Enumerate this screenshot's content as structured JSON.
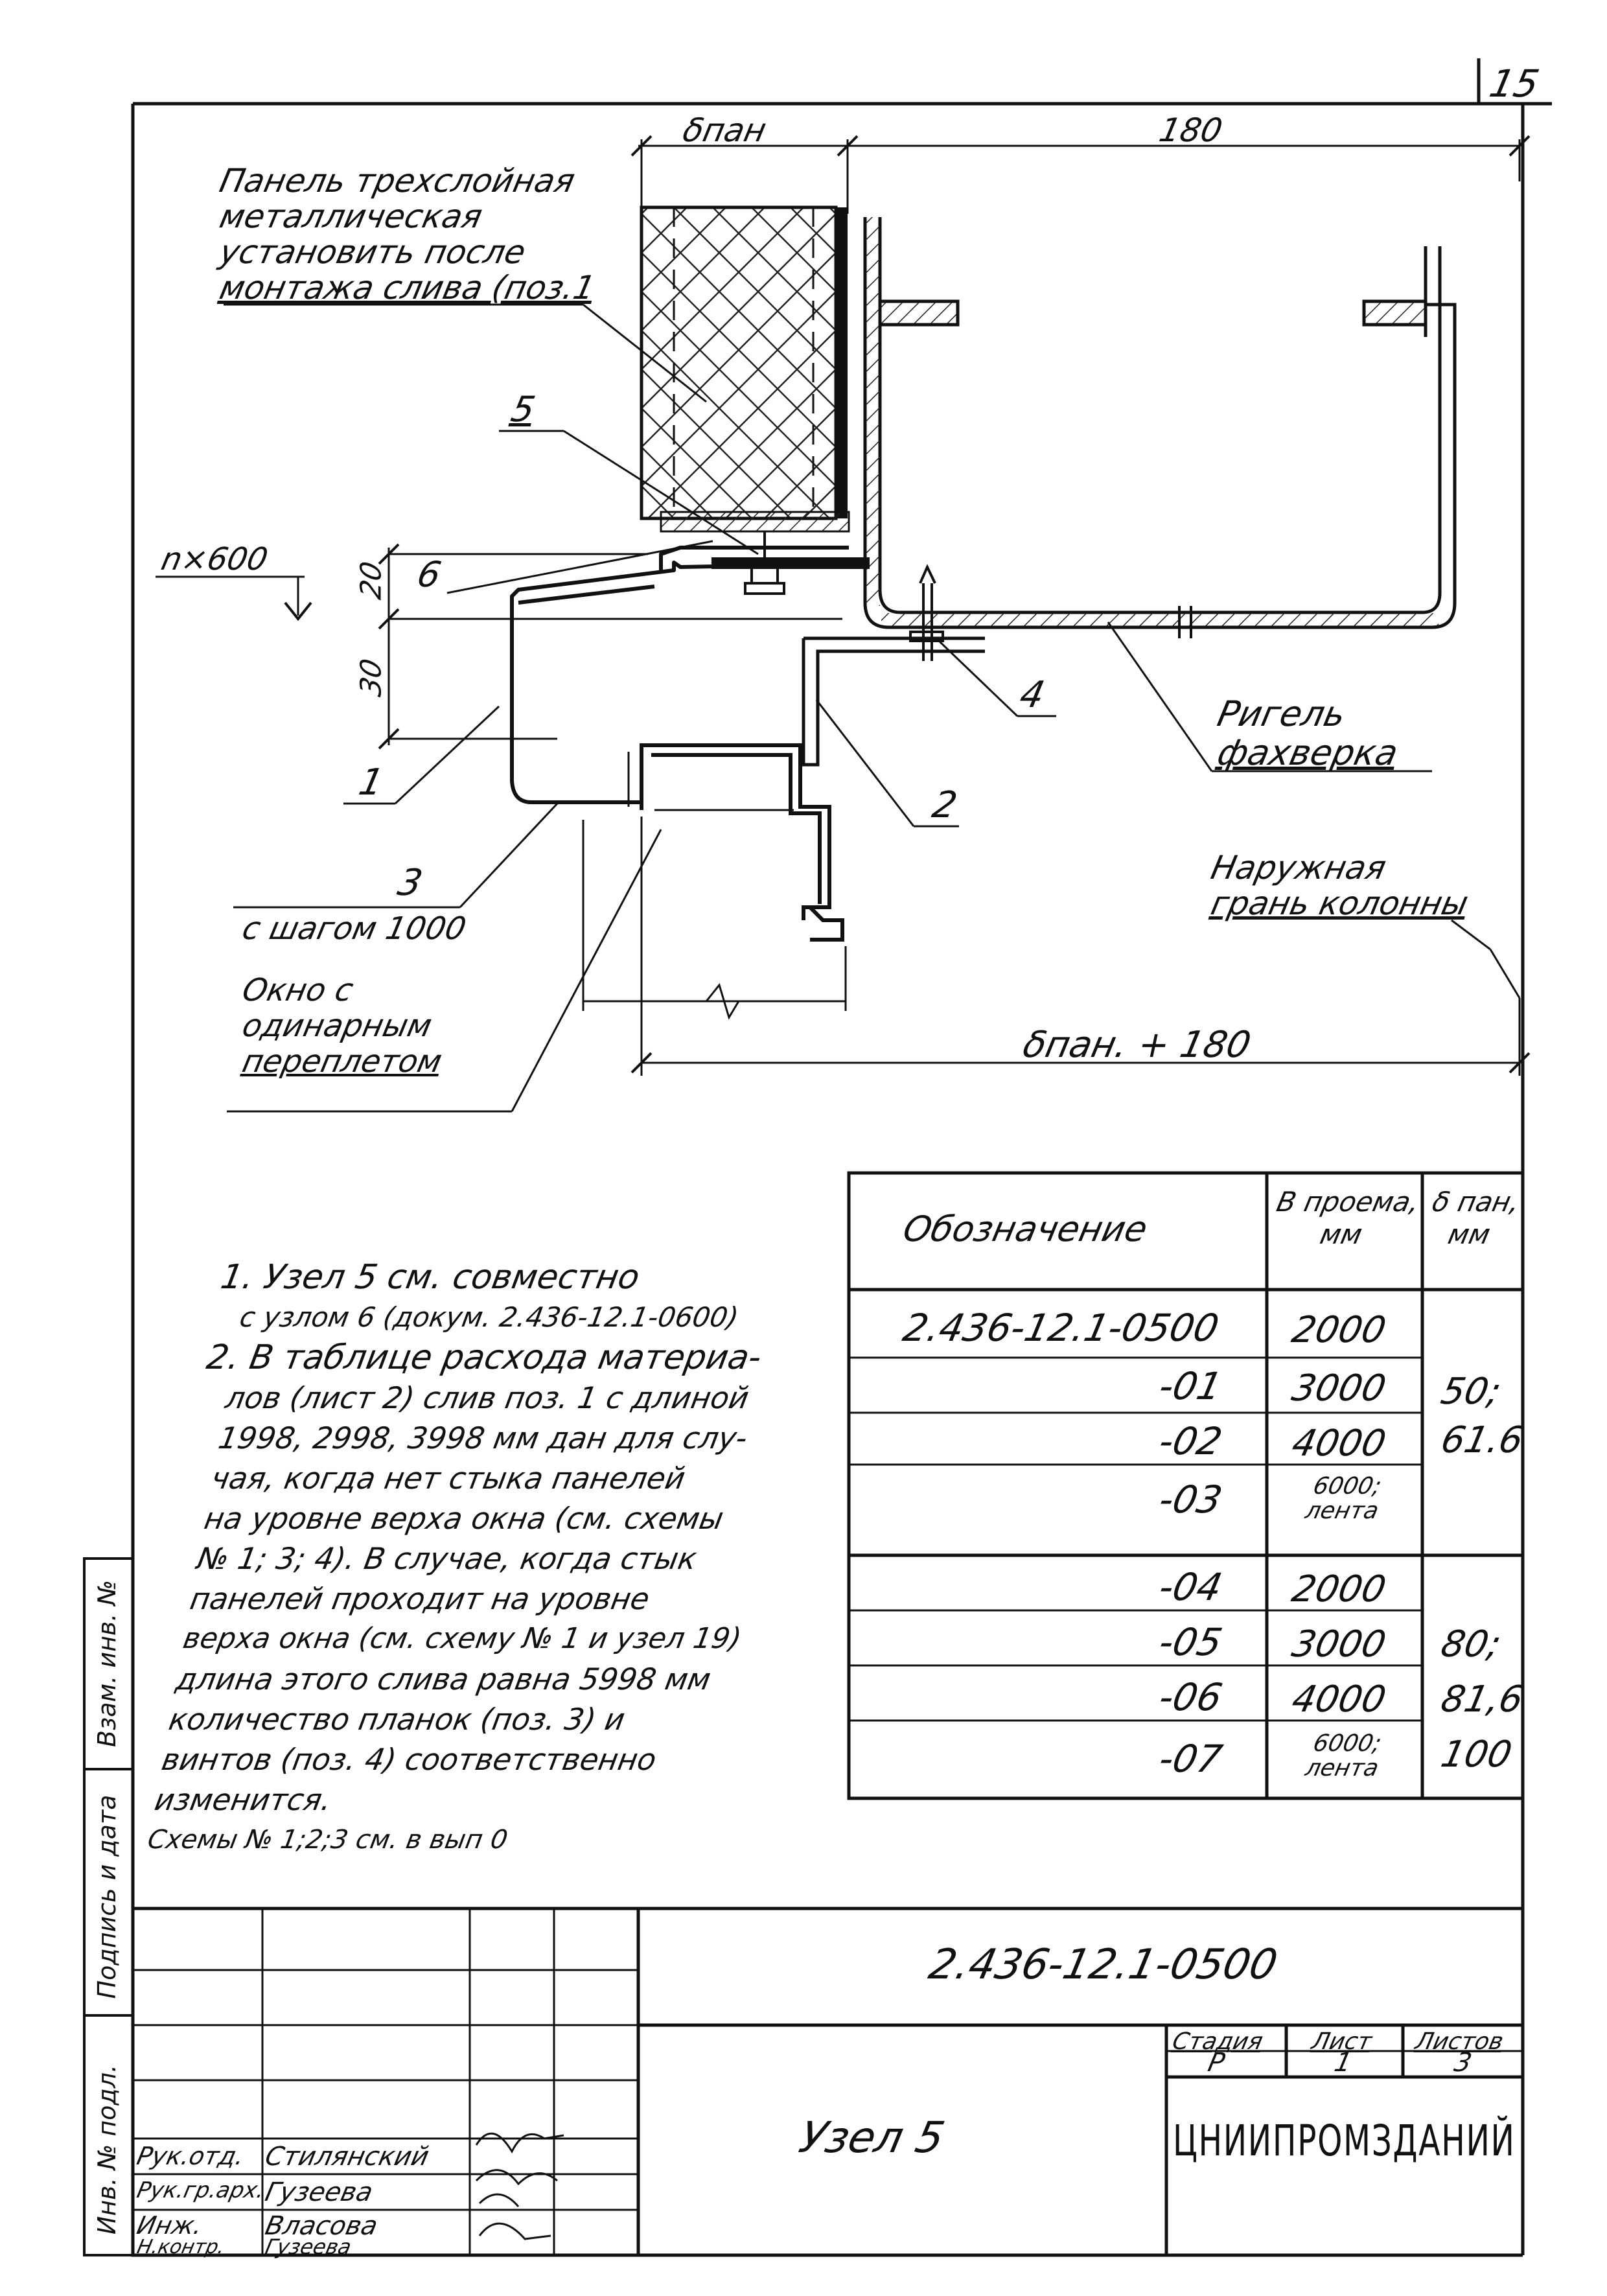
{
  "page_number": "15",
  "drawing": {
    "dim_panel_top": "δпан",
    "dim_180": "180",
    "panel_label": [
      "Панель трехслойная",
      "металлическая",
      "установить после",
      "монтажа слива (поз.1"
    ],
    "pos5": "5",
    "pos6": "6",
    "pos1": "1",
    "pos2": "2",
    "pos3": "3",
    "pos4": "4",
    "nx600": "n×600",
    "dim_20": "20",
    "dim_30": "30",
    "step_label": "с шагом 1000",
    "window_label": [
      "Окно с",
      "одинарным",
      "переплетом"
    ],
    "rigel_label": [
      "Ригель",
      "фахверка"
    ],
    "column_label": [
      "Наружная",
      "грань колонны"
    ],
    "dim_bottom": "δпан. + 180"
  },
  "notes": [
    "1. Узел 5 см. совместно",
    "с узлом 6 (докум. 2.436-12.1-0600)",
    "2. В таблице расхода материа-",
    "лов (лист 2) слив поз. 1 с длиной",
    "1998, 2998, 3998 мм дан для слу-",
    "чая, когда нет стыка панелей",
    "на уровне верха окна (см. схемы",
    "№ 1; 3; 4). В случае, когда стык",
    "панелей проходит на уровне",
    "верха окна (см. схему № 1 и узел 19)",
    "длина этого слива равна 5998 мм",
    "количество планок (поз. 3) и",
    "винтов (поз. 4) соответственно",
    "изменится.",
    "Схемы № 1;2;3 см. в вып 0"
  ],
  "spec_table": {
    "headers": [
      "Обозначение",
      "B проема, мм",
      "δ пан, мм"
    ],
    "rows": [
      {
        "code": "2.436-12.1-0500",
        "b": "2000"
      },
      {
        "code": "-01",
        "b": "3000"
      },
      {
        "code": "-02",
        "b": "4000"
      },
      {
        "code": "-03",
        "b": "6000; лента"
      },
      {
        "code": "-04",
        "b": "2000"
      },
      {
        "code": "-05",
        "b": "3000"
      },
      {
        "code": "-06",
        "b": "4000"
      },
      {
        "code": "-07",
        "b": "6000; лента"
      }
    ],
    "group1_d": [
      "50;",
      "61.6"
    ],
    "group2_d": [
      "80;",
      "81,6",
      "100"
    ]
  },
  "title_block": {
    "doc_code": "2.436-12.1-0500",
    "title": "Узел 5",
    "stage_header": "Стадия",
    "sheet_header": "Лист",
    "sheets_header": "Листов",
    "stage": "Р",
    "sheet": "1",
    "sheets": "3",
    "org": "ЦНИИПРОМЗДАНИЙ",
    "people": [
      {
        "role": "Рук.отд.",
        "name": "Стилянский"
      },
      {
        "role": "Рук.гр.арх.",
        "name": "Гузеева"
      },
      {
        "role": "Инж.",
        "name": "Власова"
      },
      {
        "role": "Н.контр.",
        "name": "Гузеева"
      }
    ]
  },
  "side_stamp": [
    "Инв. № подл.",
    "Подпись и дата",
    "Взам. инв. №"
  ]
}
